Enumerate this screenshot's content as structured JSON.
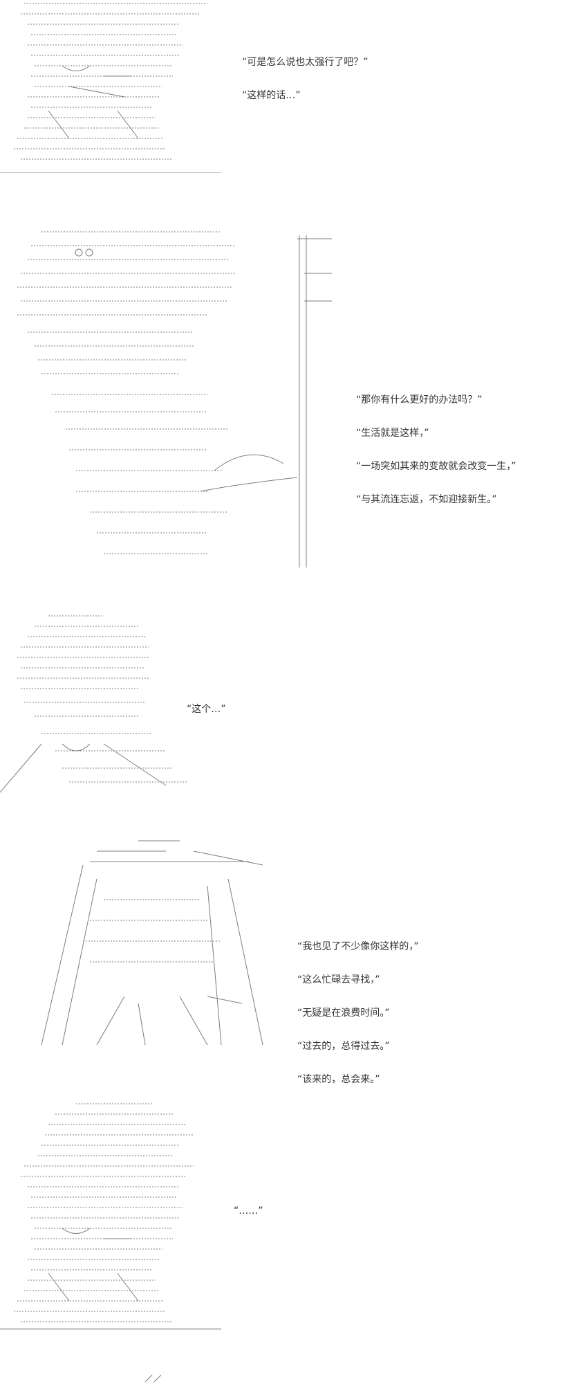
{
  "panels": [
    {
      "lines": [
        "“可是怎么说也太强行了吧？”",
        "“这样的话…”"
      ]
    },
    {
      "lines": [
        "“那你有什么更好的办法吗？”",
        "“生活就是这样，”",
        "“一场突如其来的变故就会改变一生，”",
        "“与其流连忘返，不如迎接新生。”"
      ]
    },
    {
      "lines": [
        "“这个…”"
      ]
    },
    {
      "lines": [
        "“我也见了不少像你这样的，”",
        "“这么忙碌去寻找，”",
        "“无疑是在浪费时间。”",
        "“过去的，总得过去。”",
        "“该来的，总会来。”"
      ]
    },
    {
      "lines": [
        "“……”"
      ]
    }
  ]
}
